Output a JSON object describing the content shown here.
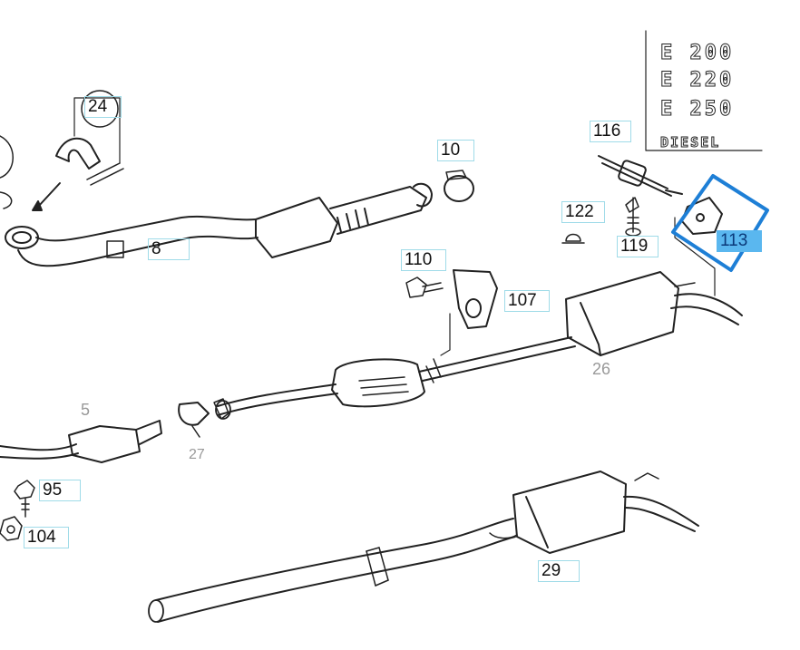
{
  "model_labels": [
    "E 200",
    "E 220",
    "E 250",
    "DIESEL"
  ],
  "callouts": {
    "c24": "24",
    "c10": "10",
    "c116": "116",
    "c122": "122",
    "c119": "119",
    "c113": "113",
    "c8": "8",
    "c110": "110",
    "c107": "107",
    "c26": "26",
    "c5": "5",
    "c27": "27",
    "c95": "95",
    "c104": "104",
    "c29": "29"
  },
  "colors": {
    "line": "#222222",
    "callout_border": "#9fdbe8",
    "selection_highlight": "#5ab7ef",
    "selection_box": "#1e7fd6"
  }
}
